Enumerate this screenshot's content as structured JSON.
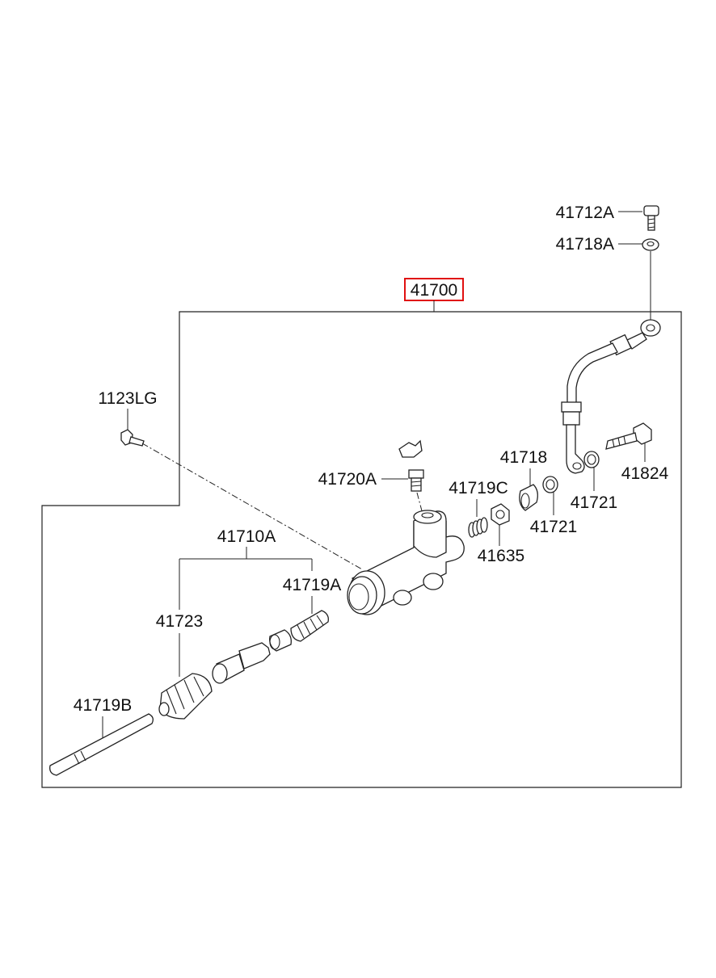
{
  "assembly": {
    "part_number": "41700",
    "highlight_color": "#e01010"
  },
  "labels": {
    "bolt_41712a": "41712A",
    "washer_41718a": "41718A",
    "bolt_1123lg": "1123LG",
    "bleeder_41720a": "41720A",
    "spring_41719c": "41719C",
    "clip_41718": "41718",
    "union_bolt_41824": "41824",
    "gasket_41721_right": "41721",
    "gasket_41721_left": "41721",
    "nut_41635": "41635",
    "kit_41710a": "41710A",
    "boot_41719a": "41719A",
    "piston_41723": "41723",
    "rod_41719b": "41719B"
  }
}
